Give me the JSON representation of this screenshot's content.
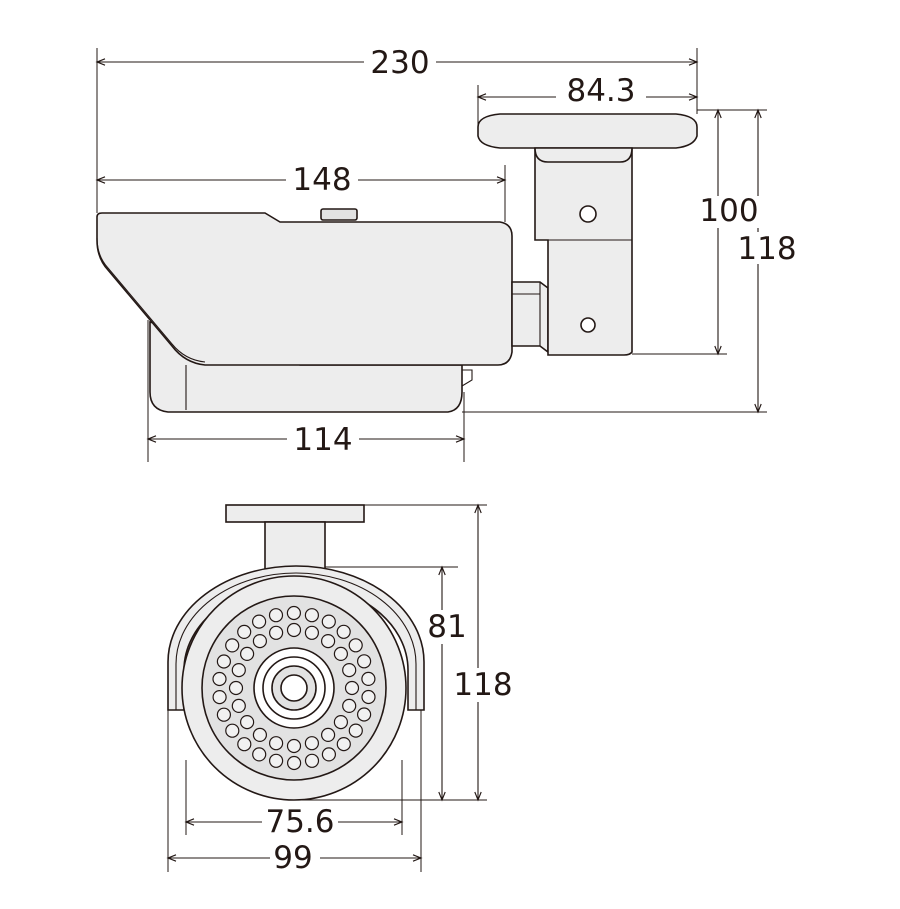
{
  "side_view": {
    "overall_length": "230",
    "mount_width": "84.3",
    "housing_length": "148",
    "lens_length": "114",
    "mount_height": "100",
    "total_height": "118"
  },
  "front_view": {
    "body_height": "81",
    "total_height": "118",
    "lens_diameter": "75.6",
    "shroud_width": "99"
  },
  "colors": {
    "line": "#231815",
    "body": "#ededed",
    "shade": "#e2e2e2"
  }
}
